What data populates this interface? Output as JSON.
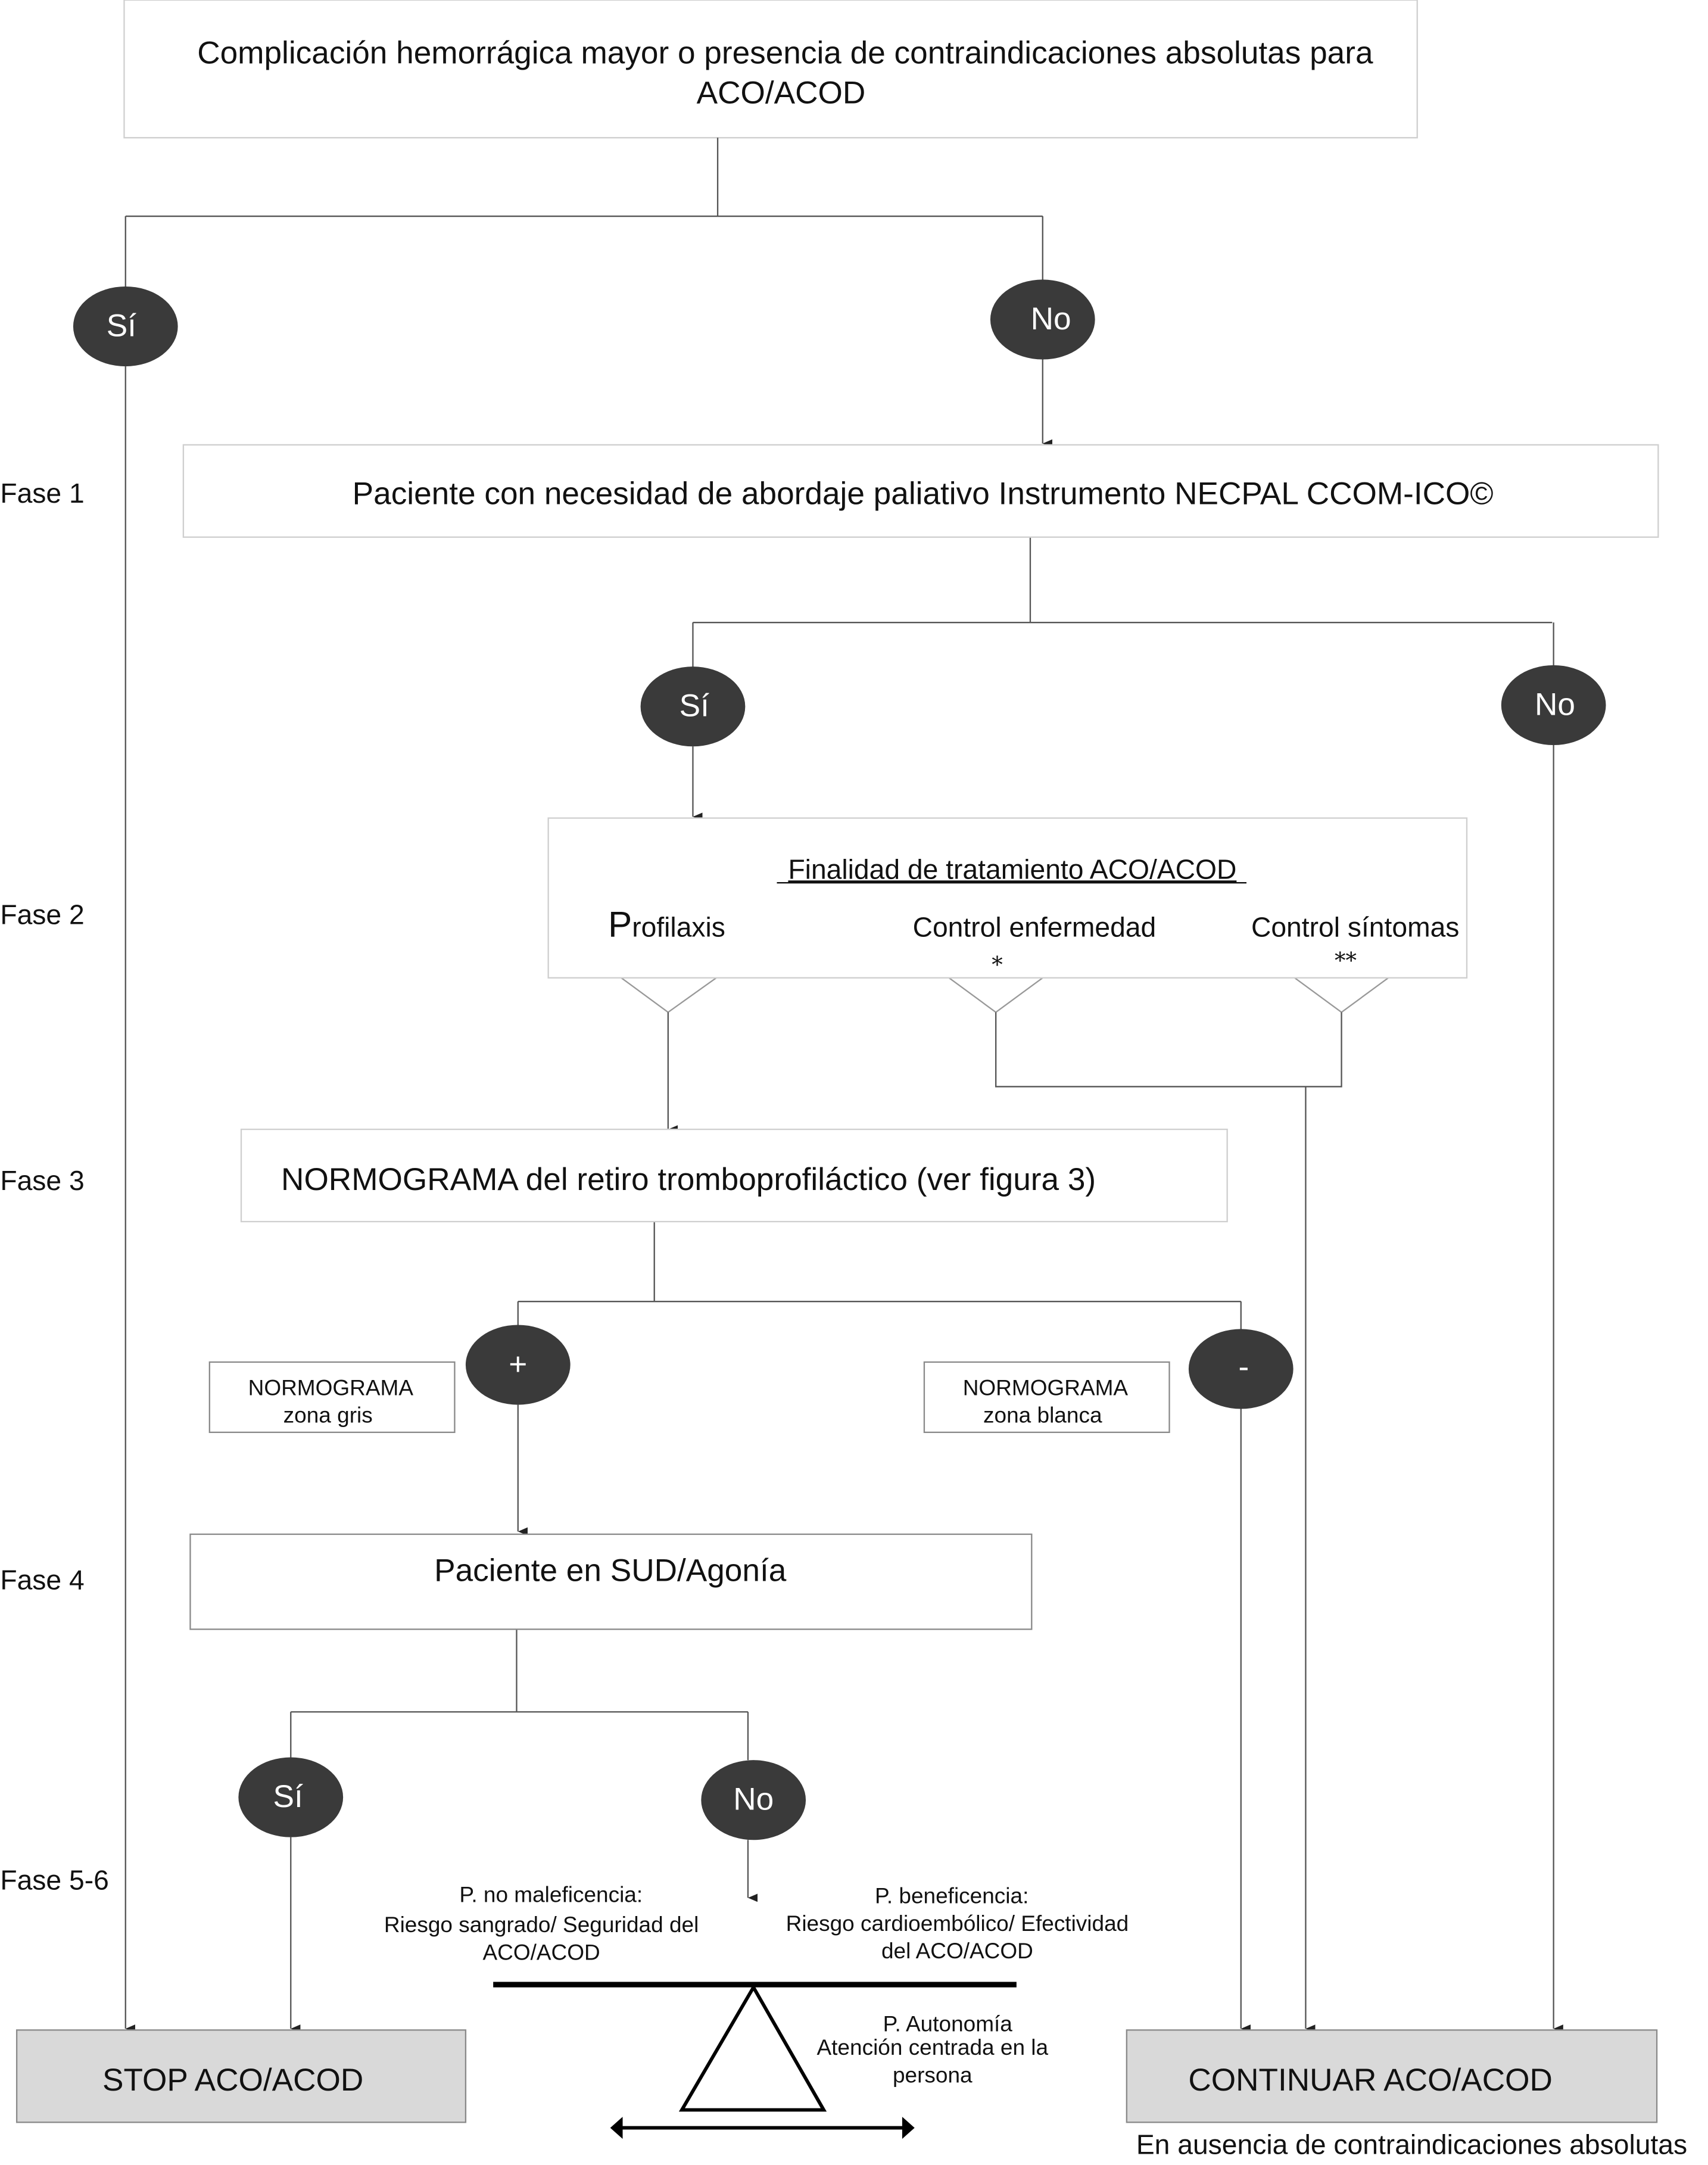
{
  "top_box": {
    "line1": "Complicación hemorrágica mayor o presencia de contraindicaciones absolutas para",
    "line2": "ACO/ACOD"
  },
  "phases": {
    "f1": "Fase 1",
    "f2": "Fase 2",
    "f3": "Fase 3",
    "f4": "Fase 4",
    "f56": "Fase 5-6"
  },
  "decisions": {
    "yes": "Sí",
    "no": "No",
    "plus": "+",
    "minus": "-"
  },
  "phase1_box": "Paciente con necesidad de abordaje paliativo Instrumento NECPAL CCOM-ICO©",
  "phase2_box": {
    "title": "Finalidad de tratamiento ACO/ACOD",
    "prophylaxis_initial": "P",
    "prophylaxis_rest": "rofilaxis",
    "disease_control": "Control enfermedad",
    "disease_mark": "*",
    "symptom_control": "Control síntomas",
    "symptom_mark": "**"
  },
  "phase3_box": "NORMOGRAMA del retiro tromboprofiláctico (ver figura 3)",
  "normogram_gray": {
    "line1": "NORMOGRAMA",
    "line2": "zona gris"
  },
  "normogram_white": {
    "line1": "NORMOGRAMA",
    "line2": "zona blanca"
  },
  "phase4_box": "Paciente en SUD/Agonía",
  "balance": {
    "left": [
      "P. no maleficencia:",
      "Riesgo sangrado/ Seguridad del",
      "ACO/ACOD"
    ],
    "right": [
      "P. beneficencia:",
      "Riesgo cardioembólico/ Efectividad",
      "del ACO/ACOD"
    ],
    "fulcrum": [
      "P. Autonomía",
      "Atención centrada en la",
      "persona"
    ]
  },
  "stop_box": "STOP ACO/ACOD",
  "continue_box": "CONTINUAR ACO/ACOD",
  "continue_note": "En ausencia de  contraindicaciones absolutas",
  "colors": {
    "decision_fill": "#3a3a3a",
    "outcome_fill": "#d9d9d9"
  }
}
